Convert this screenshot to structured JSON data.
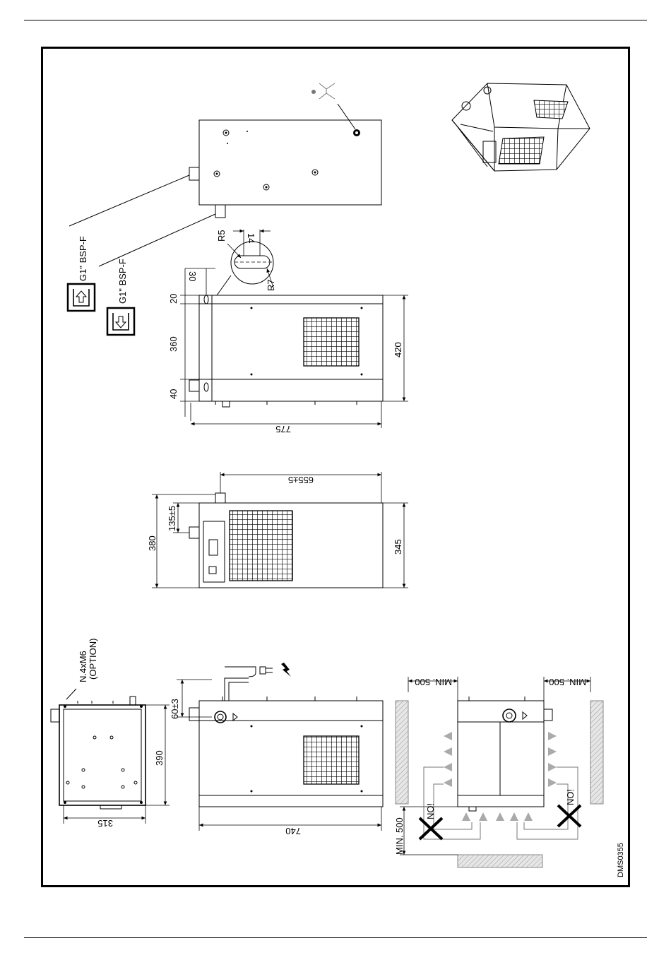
{
  "labels": {
    "g1_inlet": "G1\" BSP-F",
    "g1_outlet": "G1\" BSP-F",
    "r5": "R5",
    "r7": "R7",
    "d14": "14",
    "d30": "30",
    "d20": "20",
    "d360": "360",
    "d40": "40",
    "d420": "420",
    "d775": "775",
    "d655": "655±5",
    "d135": "135±5",
    "d380": "380",
    "d345": "345",
    "nx": "N.4xM6",
    "option": "(OPTION)",
    "d390": "390",
    "d315": "315",
    "d60": "60±3",
    "d740": "740",
    "min500_left": "MIN. 500",
    "min500_right": "MIN. 500",
    "min500_bottom": "MIN. 500",
    "no_left": "NO!",
    "no_right": "NO!",
    "code": "DMS0355"
  }
}
